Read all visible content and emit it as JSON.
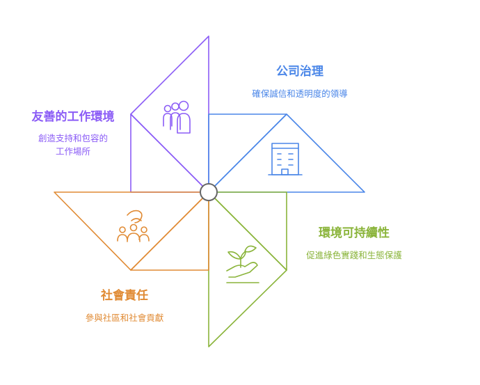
{
  "colors": {
    "purple": "#8b5cf6",
    "blue": "#4a86e8",
    "green": "#8ab43a",
    "orange": "#e08a33",
    "hub_stroke": "#666666"
  },
  "sections": {
    "friendly_workplace": {
      "title": "友善的工作環境",
      "desc_line1": "創造支持和包容的",
      "desc_line2": "工作場所",
      "icon": "people-group-icon"
    },
    "corporate_governance": {
      "title": "公司治理",
      "desc": "確保誠信和透明度的領導",
      "icon": "office-building-icon"
    },
    "environmental_sustainability": {
      "title": "環境可持續性",
      "desc": "促進綠色實踐和生態保護",
      "icon": "plant-in-hand-icon"
    },
    "social_responsibility": {
      "title": "社會責任",
      "desc": "參與社區和社會貢獻",
      "icon": "community-hands-icon"
    }
  }
}
